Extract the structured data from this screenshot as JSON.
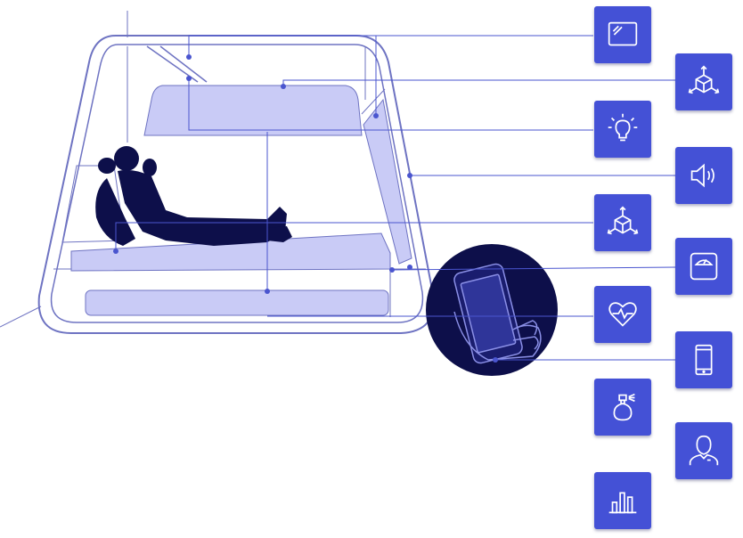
{
  "colors": {
    "tile": "#4451d6",
    "tile_icon": "#ffffff",
    "line": "#4a55cf",
    "outline": "#6e73c2",
    "fill_light": "#c9cbf6",
    "silhouette": "#0d0f4a",
    "background": "#ffffff"
  },
  "features": [
    {
      "id": "display",
      "icon": "screen-icon"
    },
    {
      "id": "movement-top",
      "icon": "cube-arrows-icon"
    },
    {
      "id": "lighting",
      "icon": "lightbulb-icon"
    },
    {
      "id": "sound",
      "icon": "speaker-icon"
    },
    {
      "id": "movement-bed",
      "icon": "cube-arrows-icon"
    },
    {
      "id": "scale",
      "icon": "scale-icon"
    },
    {
      "id": "heart-rate",
      "icon": "heart-pulse-icon"
    },
    {
      "id": "phone-control",
      "icon": "smartphone-icon"
    },
    {
      "id": "aroma",
      "icon": "perfume-icon"
    },
    {
      "id": "profile",
      "icon": "user-icon"
    },
    {
      "id": "statistics",
      "icon": "bar-chart-icon"
    }
  ]
}
